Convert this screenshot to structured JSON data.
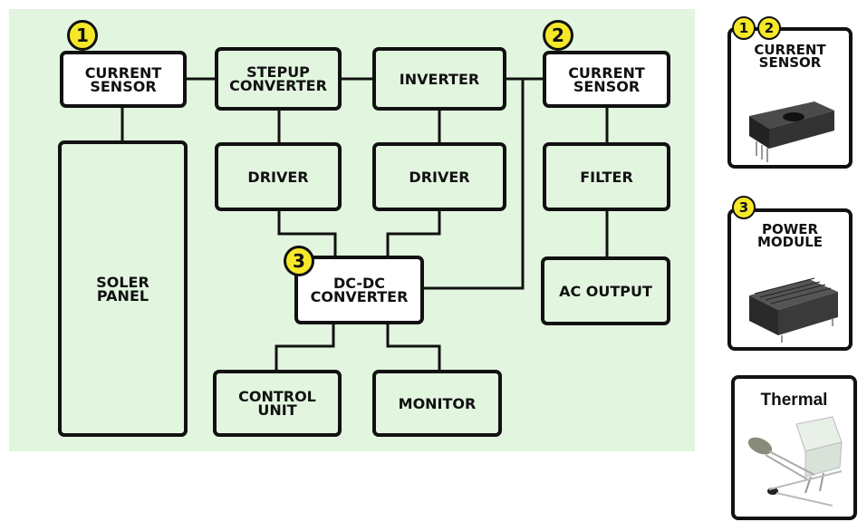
{
  "diagram": {
    "boxes": {
      "current_sensor_1": "CURRENT\nSENSOR",
      "stepup_converter": "STEPUP\nCONVERTER",
      "inverter": "INVERTER",
      "current_sensor_2": "CURRENT\nSENSOR",
      "solar_panel": "SOLER\nPANEL",
      "driver_1": "DRIVER",
      "driver_2": "DRIVER",
      "filter": "FILTER",
      "dc_dc_converter": "DC-DC\nCONVERTER",
      "ac_output": "AC OUTPUT",
      "control_unit": "CONTROL\nUNIT",
      "monitor": "MONITOR"
    },
    "badges": {
      "b1": "1",
      "b2": "2",
      "b3": "3"
    },
    "colors": {
      "background": "#e2f6df",
      "badge": "#f5e829",
      "line": "#111111"
    }
  },
  "legend": {
    "current_sensor": {
      "badge_a": "1",
      "badge_b": "2",
      "title": "CURRENT\nSENSOR"
    },
    "power_module": {
      "badge": "3",
      "title": "POWER\nMODULE"
    },
    "thermal": {
      "title": "Thermal"
    }
  }
}
